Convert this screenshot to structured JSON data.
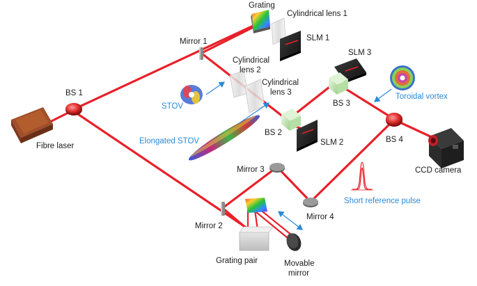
{
  "labels": {
    "grating": "Grating",
    "cyl_lens_1": "Cylindrical lens 1",
    "slm_1": "SLM 1",
    "mirror_1": "Mirror 1",
    "cyl_lens_2_line1": "Cylindrical",
    "cyl_lens_2_line2": "lens 2",
    "cyl_lens_3_line1": "Cylindrical",
    "cyl_lens_3_line2": "lens 3",
    "slm_3": "SLM 3",
    "bs_1": "BS 1",
    "stov": "STOV",
    "bs_3": "BS 3",
    "toroidal_vortex": "Toroidal vortex",
    "fibre_laser": "Fibre laser",
    "elongated_stov": "Elongated STOV",
    "bs_2": "BS 2",
    "slm_2": "SLM 2",
    "bs_4": "BS 4",
    "ccd_camera": "CCD camera",
    "mirror_3": "Mirror 3",
    "short_reference_pulse": "Short reference pulse",
    "mirror_2": "Mirror 2",
    "mirror_4": "Mirror 4",
    "grating_pair": "Grating pair",
    "movable_mirror_line1": "Movable",
    "movable_mirror_line2": "mirror"
  },
  "colors": {
    "beam": "#e8202a",
    "annotation_blue": "#2a8ad8",
    "text": "#1a1a1a"
  }
}
